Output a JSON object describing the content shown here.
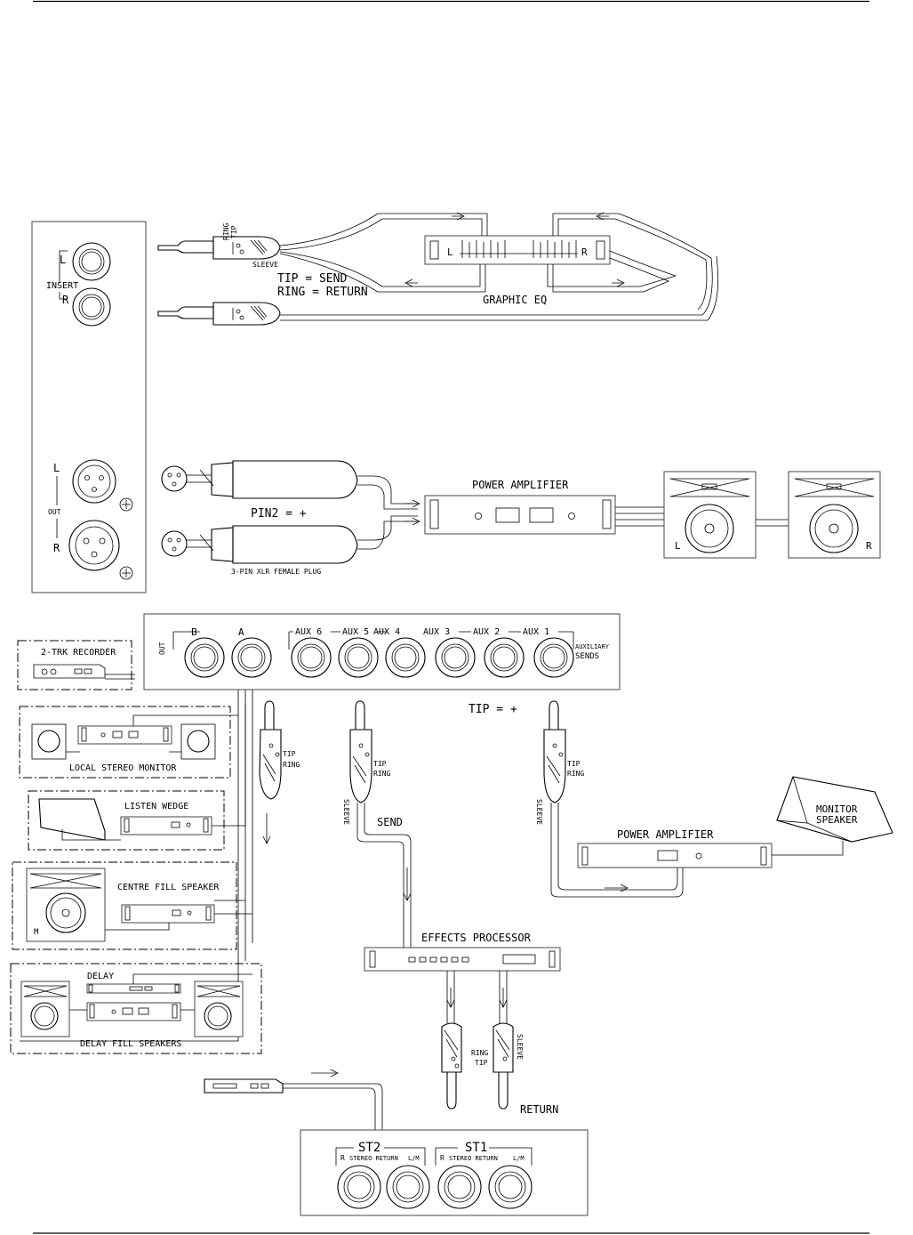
{
  "insert_section": {
    "panel_labels": {
      "left": "L",
      "insert": "INSERT",
      "right": "R"
    },
    "plug_labels": {
      "ring": "RING",
      "tip": "TIP",
      "sleeve": "SLEEVE"
    },
    "notes": [
      "TIP = SEND",
      "RING = RETURN"
    ],
    "eq": {
      "title": "GRAPHIC EQ",
      "left": "L",
      "right": "R"
    }
  },
  "output_section": {
    "panel_labels": {
      "left": "L",
      "out": "OUT",
      "right": "R"
    },
    "pin_note": "PIN2 = +",
    "plug_caption": "3-PIN XLR FEMALE PLUG",
    "amp_title": "POWER AMPLIFIER",
    "speaker_left": "L",
    "speaker_right": "R"
  },
  "aux_section": {
    "out_label": "OUT",
    "outputs": [
      "B",
      "A"
    ],
    "aux_sends": [
      "AUX 6",
      "AUX 5",
      "AUX 4",
      "AUX 3",
      "AUX 2",
      "AUX 1"
    ],
    "aux_caption": [
      "AUXILIARY",
      "SENDS"
    ],
    "tip_note": "TIP = +",
    "plug_labels": {
      "tip": "TIP",
      "ring": "RING",
      "sleeve": "SLEEVE"
    },
    "send_label": "SEND",
    "return_label": "RETURN"
  },
  "devices": {
    "recorder": "2-TRK RECORDER",
    "local_monitor": "LOCAL STEREO MONITOR",
    "listen_wedge": "LISTEN WEDGE",
    "centre_fill": "CENTRE FILL SPEAKER",
    "centre_m": "M",
    "delay": "DELAY",
    "delay_fill": "DELAY FILL SPEAKERS",
    "monitor_amp": "POWER AMPLIFIER",
    "monitor_speaker": [
      "MONITOR",
      "SPEAKER"
    ],
    "effects": "EFFECTS PROCESSOR"
  },
  "stereo_return": {
    "st2": "ST2",
    "st1": "ST1",
    "caption": "STEREO RETURN",
    "r": "R",
    "lm": "L/M"
  }
}
